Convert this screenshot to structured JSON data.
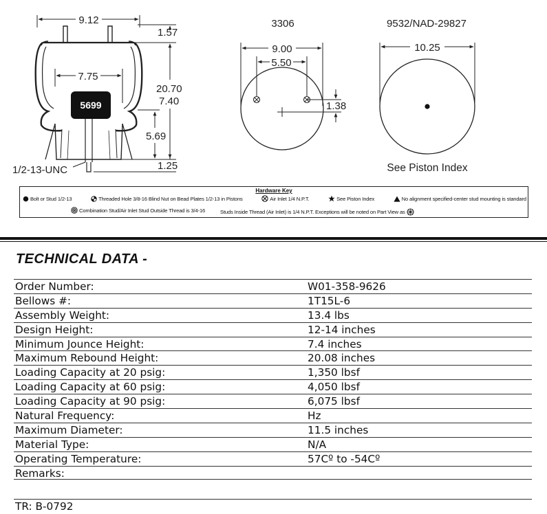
{
  "drawing": {
    "left_view": {
      "dim_width": "9.12",
      "dim_top": "1.57",
      "dim_piston": "7.75",
      "dim_height_max": "20.70",
      "dim_height_min": "7.40",
      "dim_piston_height": "5.69",
      "dim_stud": "1.25",
      "piston_label": "5699",
      "thread_label": "1/2-13-UNC"
    },
    "top_plate": {
      "part_number": "3306",
      "dim_outer": "9.00",
      "dim_inner": "5.50",
      "dim_offset": "1.38"
    },
    "bottom_plate": {
      "part_number": "9532/NAD-29827",
      "dim_diameter": "10.25",
      "note": "See Piston Index"
    }
  },
  "hardware_key": {
    "title": "Hardware Key",
    "row1": [
      {
        "icon": "solid-dot-icon",
        "text": "Bolt or Stud 1/2-13"
      },
      {
        "icon": "half-filled-circle-icon",
        "text": "Threaded Hole 3/8-16 Blind Nut on Bead Plates 1/2-13 in Pistons"
      },
      {
        "icon": "crossed-circle-icon",
        "text": "Air Inlet 1/4 N.P.T."
      },
      {
        "icon": "star-icon",
        "text": "See Piston Index"
      },
      {
        "icon": "triangle-icon",
        "text": "No alignment specified-center stud mounting is standard"
      }
    ],
    "row2": {
      "combo_text": "Combination Stud/Air Inlet Stud Outside Thread is 3/4-16",
      "studs_text": "Studs Inside Thread (Air Inlet) is 1/4 N.P.T. Exceptions will be noted on Part View as"
    }
  },
  "technical_data": {
    "title": "TECHNICAL DATA -",
    "rows": [
      {
        "label": "Order Number:",
        "value": "W01-358-9626"
      },
      {
        "label": "Bellows #:",
        "value": "1T15L-6"
      },
      {
        "label": "Assembly Weight:",
        "value": "13.4 lbs"
      },
      {
        "label": "Design Height:",
        "value": "12-14 inches"
      },
      {
        "label": "Minimum Jounce Height:",
        "value": "7.4 inches"
      },
      {
        "label": "Maximum Rebound Height:",
        "value": "20.08 inches"
      },
      {
        "label": "Loading Capacity at 20 psig:",
        "value": "1,350 lbsf"
      },
      {
        "label": "Loading Capacity at 60 psig:",
        "value": "4,050 lbsf"
      },
      {
        "label": "Loading Capacity at 90 psig:",
        "value": "6,075 lbsf"
      },
      {
        "label": "Natural Frequency:",
        "value": " Hz"
      },
      {
        "label": "Maximum Diameter:",
        "value": "11.5 inches"
      },
      {
        "label": "Material Type:",
        "value": "N/A"
      },
      {
        "label": "Operating Temperature:",
        "value": "57Cº to -54Cº"
      },
      {
        "label": "Remarks:",
        "value": ""
      }
    ],
    "tr": "TR: B-0792"
  }
}
